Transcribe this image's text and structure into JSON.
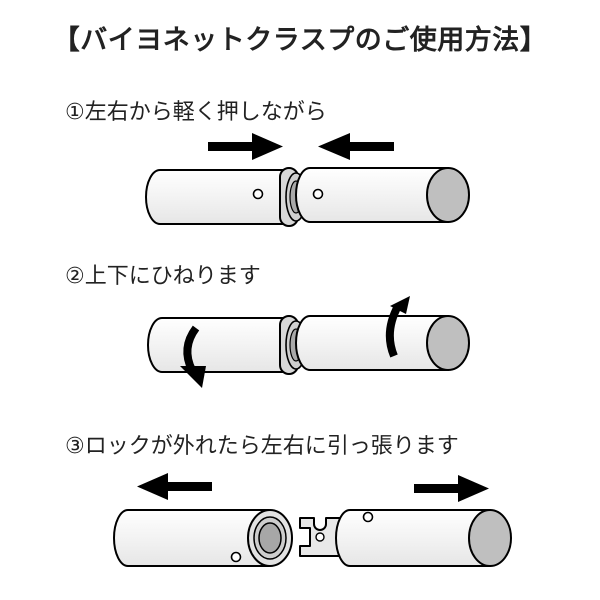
{
  "title": "【バイヨネットクラスプのご使用方法】",
  "steps": [
    {
      "label": "①左右から軽く押しながら"
    },
    {
      "label": "②上下にひねります"
    },
    {
      "label": "③ロックが外れたら左右に引っ張ります"
    }
  ],
  "colors": {
    "outline": "#000000",
    "tube_fill": "#f4f4f4",
    "end_cap": "#bfbfbf",
    "arrow": "#000000"
  }
}
